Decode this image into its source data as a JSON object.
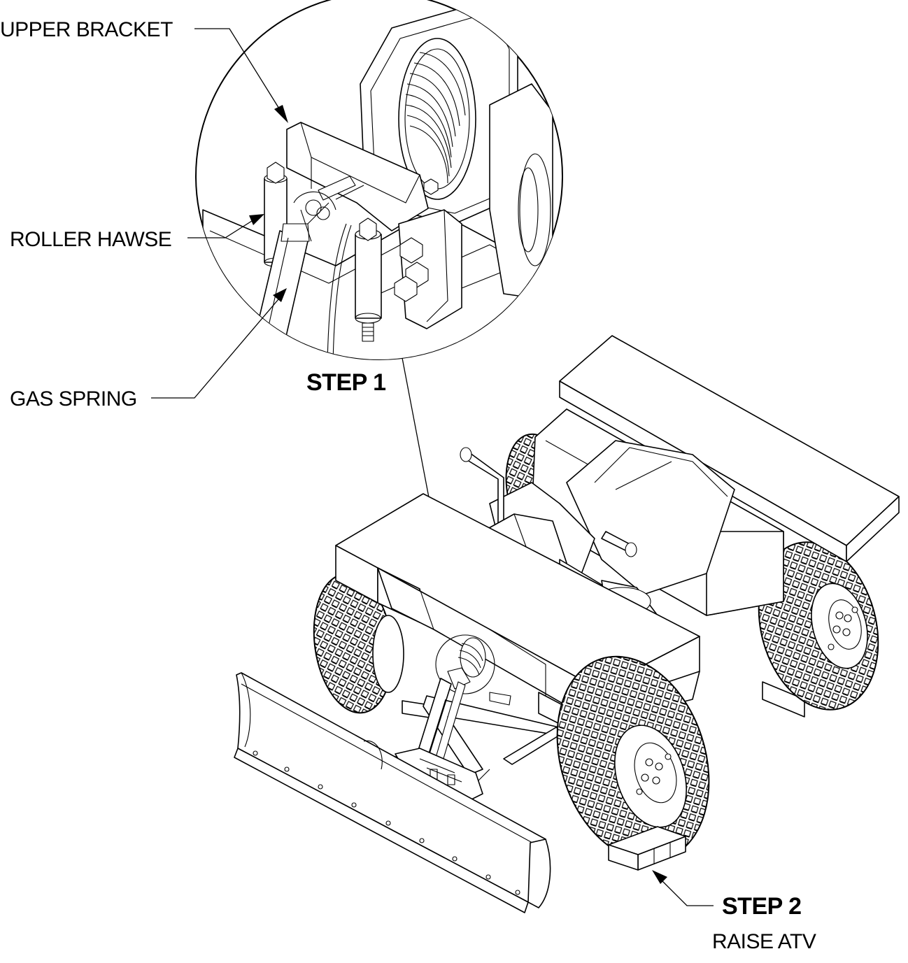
{
  "labels": {
    "upper_bracket": "UPPER BRACKET",
    "roller_hawse": "ROLLER HAWSE",
    "gas_spring": "GAS SPRING",
    "step1": "STEP 1",
    "step2": "STEP 2",
    "step2_sub": "RAISE ATV"
  }
}
